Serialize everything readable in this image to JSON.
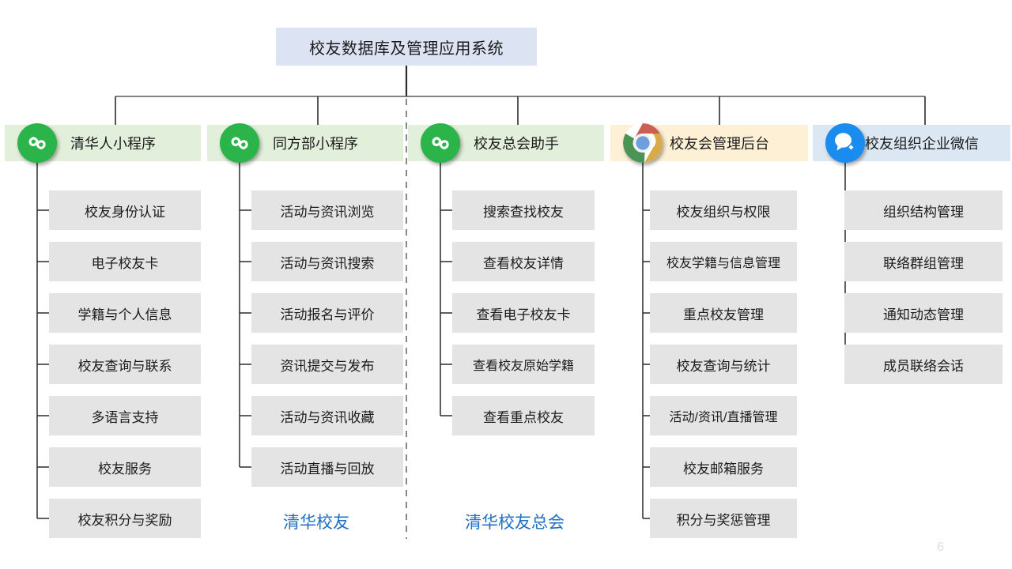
{
  "slide": {
    "title": "校友数据库及管理应用系统",
    "page_number": "6",
    "accent_title_bg": "#dce3f2",
    "leaf_bg": "#e4e4e4",
    "caption_color": "#1f6fc4"
  },
  "captions": [
    {
      "text": "清华校友",
      "owner": "同方部小程序"
    },
    {
      "text": "清华校友总会",
      "owner": "校友总会助手"
    }
  ],
  "columns": [
    {
      "id": "qinghuaren",
      "header": "清华人小程序",
      "icon": "wechat-miniprogram-icon",
      "header_bg": "#e2efda",
      "items": [
        "校友身份认证",
        "电子校友卡",
        "学籍与个人信息",
        "校友查询与联系",
        "多语言支持",
        "校友服务",
        "校友积分与奖励"
      ]
    },
    {
      "id": "tongfangbu",
      "header": "同方部小程序",
      "icon": "wechat-miniprogram-icon",
      "header_bg": "#e2efda",
      "items": [
        "活动与资讯浏览",
        "活动与资讯搜索",
        "活动报名与评价",
        "资讯提交与发布",
        "活动与资讯收藏",
        "活动直播与回放"
      ]
    },
    {
      "id": "zonghui-zhushou",
      "header": "校友总会助手",
      "icon": "wechat-miniprogram-icon",
      "header_bg": "#e2efda",
      "items": [
        "搜索查找校友",
        "查看校友详情",
        "查看电子校友卡",
        "查看校友原始学籍",
        "查看重点校友"
      ]
    },
    {
      "id": "guanli-houtai",
      "header": "校友会管理后台",
      "icon": "chrome-browser-icon",
      "header_bg": "#fdf0d5",
      "items": [
        "校友组织与权限",
        "校友学籍与信息管理",
        "重点校友管理",
        "校友查询与统计",
        "活动/资讯/直播管理",
        "校友邮箱服务",
        "积分与奖惩管理"
      ]
    },
    {
      "id": "qiye-weixin",
      "header": "校友组织企业微信",
      "icon": "wecom-icon",
      "header_bg": "#dbe8f4",
      "items": [
        "组织结构管理",
        "联络群组管理",
        "通知动态管理",
        "成员联络会话"
      ]
    }
  ]
}
